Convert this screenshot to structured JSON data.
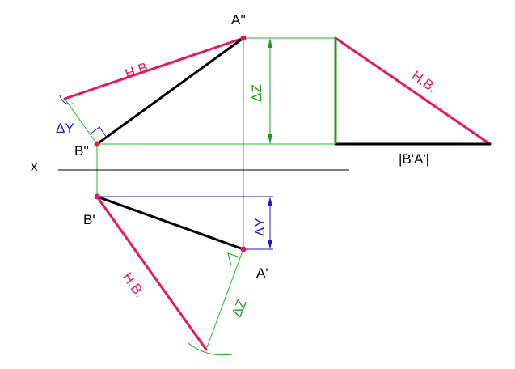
{
  "labels": {
    "point_a_front": "A''",
    "point_b_front": "B''",
    "point_a_top": "A'",
    "point_b_top": "B'",
    "axis_x": "x",
    "true_length": "|B'A'|",
    "hb": "H.B.",
    "delta_y": "ΔY",
    "delta_z": "ΔZ"
  },
  "colors": {
    "object_line": "#000000",
    "true_length_line": "#e8175d",
    "construction_line": "#19c219",
    "dimension_y": "#1a1acc",
    "dimension_z": "#19a019",
    "point": "#e8175d",
    "text": "#000000"
  }
}
